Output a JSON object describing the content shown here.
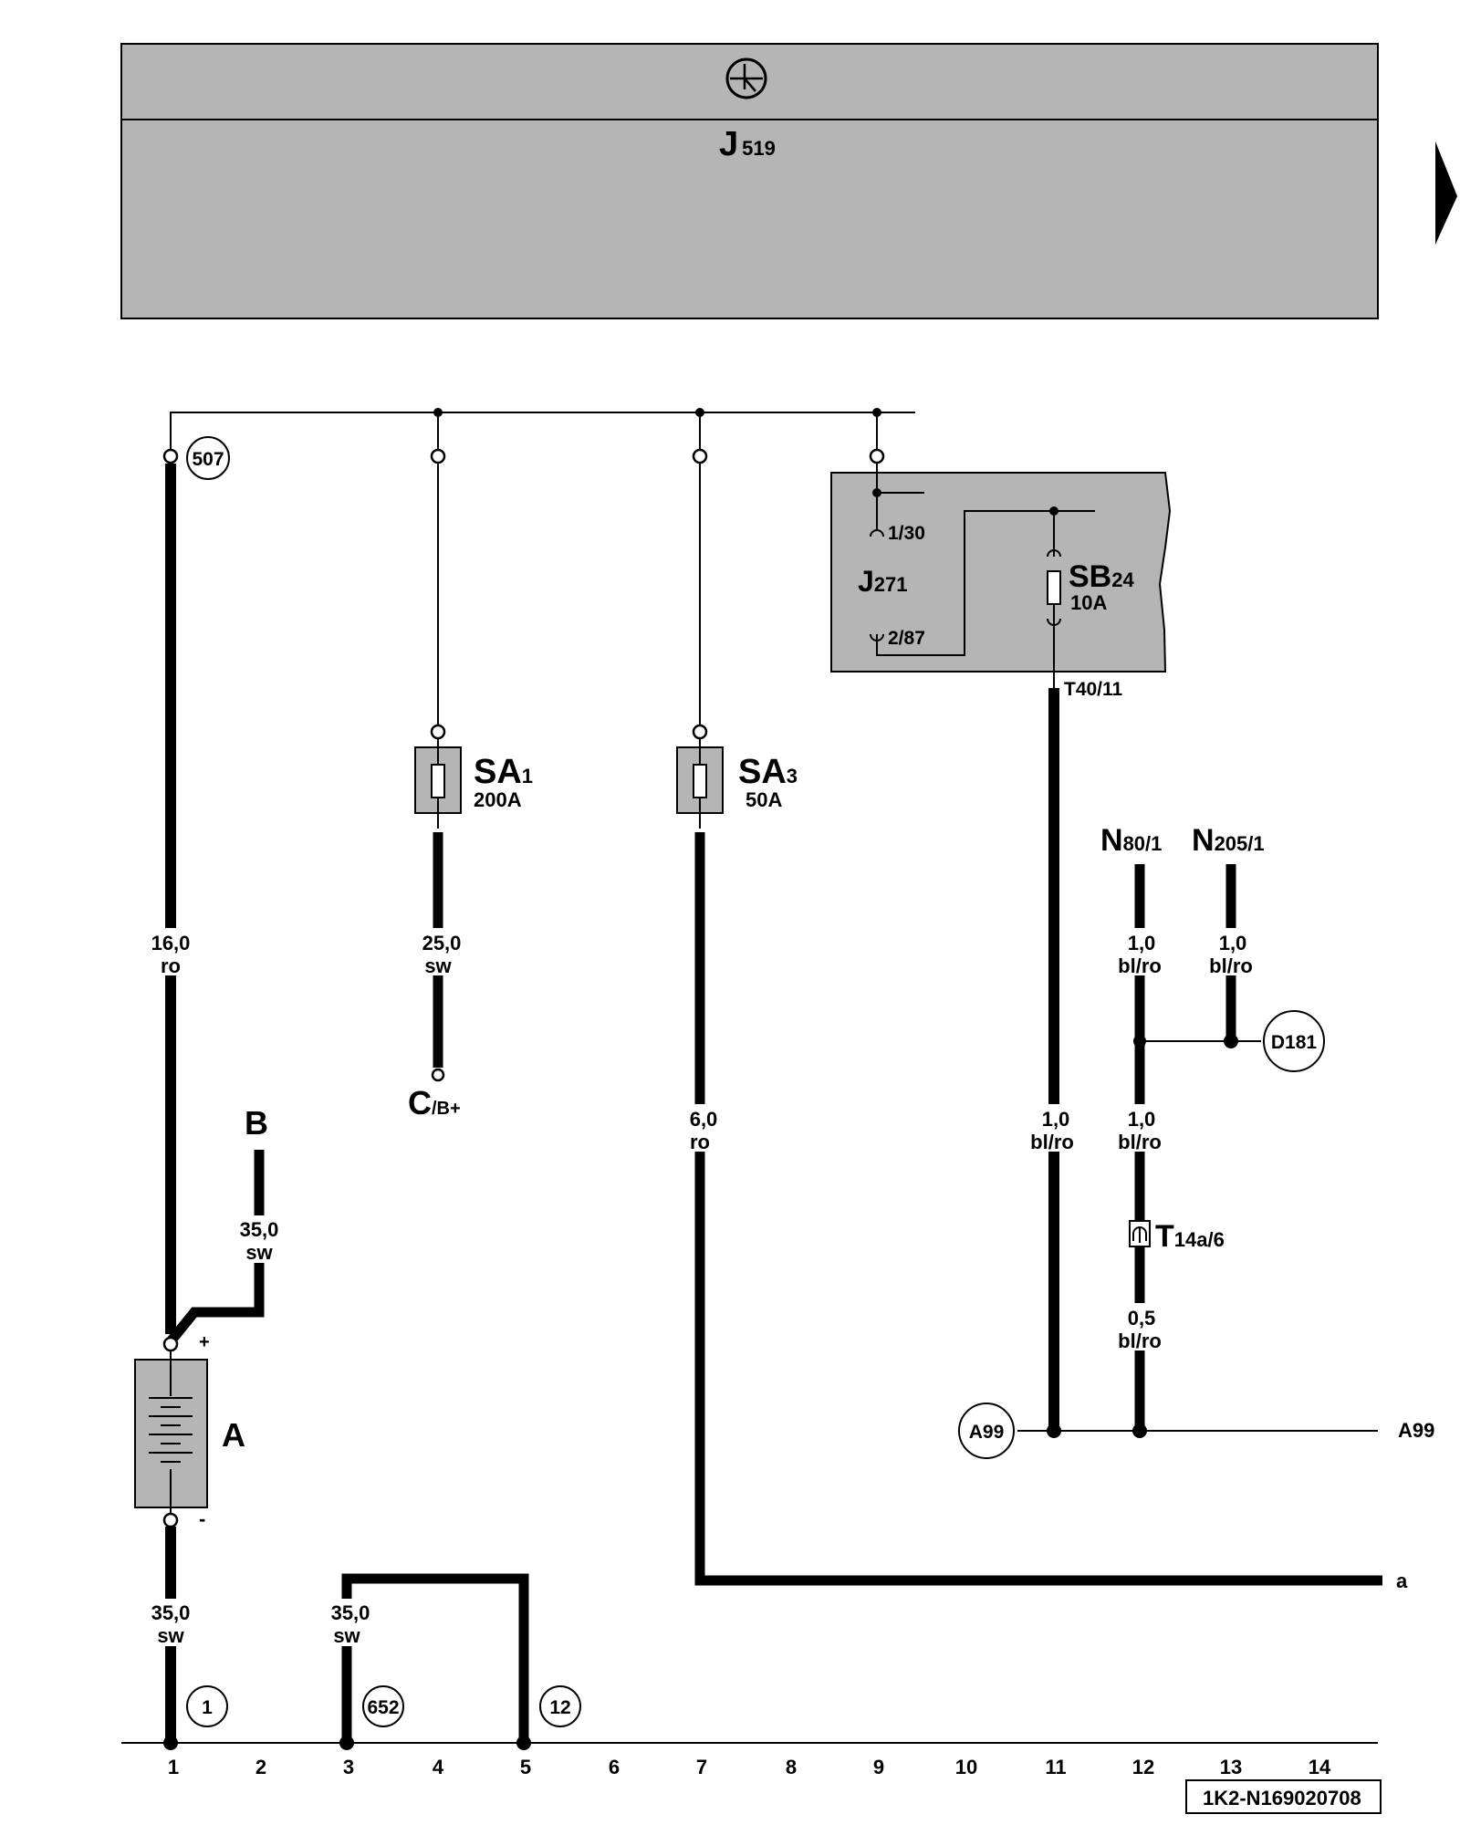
{
  "header": {
    "symbol": "ground-symbol",
    "module": {
      "main": "J",
      "sub": "519"
    }
  },
  "components": {
    "battery": {
      "main": "A",
      "plus": "+",
      "minus": "-"
    },
    "terminal_b": "B",
    "sa1": {
      "main": "SA",
      "sub": "1",
      "rating": "200A"
    },
    "sa3": {
      "main": "SA",
      "sub": "3",
      "rating": "50A"
    },
    "j271": {
      "main": "J",
      "sub": "271",
      "pin_in": "1/30",
      "pin_out": "2/87"
    },
    "sb24": {
      "main": "SB",
      "sub": "24",
      "rating": "10A"
    },
    "connector_t40": "T40/11",
    "c_term": {
      "main": "C",
      "sub": "/B+"
    },
    "n80": {
      "main": "N",
      "sub": "80/1"
    },
    "n205": {
      "main": "N",
      "sub": "205/1"
    },
    "t14a": {
      "main": "T",
      "sub": "14a/6"
    }
  },
  "wires": {
    "w_16_0": {
      "size": "16,0",
      "color": "ro"
    },
    "w_25_0": {
      "size": "25,0",
      "color": "sw"
    },
    "w_6_0": {
      "size": "6,0",
      "color": "ro"
    },
    "w_35_b": {
      "size": "35,0",
      "color": "sw"
    },
    "w_35_bat": {
      "size": "35,0",
      "color": "sw"
    },
    "w_35_gnd": {
      "size": "35,0",
      "color": "sw"
    },
    "w_1_0_t40": {
      "size": "1,0",
      "color": "bl/ro"
    },
    "w_1_0_n80": {
      "size": "1,0",
      "color": "bl/ro"
    },
    "w_1_0_n205": {
      "size": "1,0",
      "color": "bl/ro"
    },
    "w_1_0_mid": {
      "size": "1,0",
      "color": "bl/ro"
    },
    "w_0_5": {
      "size": "0,5",
      "color": "bl/ro"
    }
  },
  "bubbles": {
    "b507": "507",
    "d181": "D181",
    "a99": "A99",
    "b1": "1",
    "b652": "652",
    "b12": "12"
  },
  "edge_labels": {
    "a99": "A99",
    "a": "a"
  },
  "columns": [
    "1",
    "2",
    "3",
    "4",
    "5",
    "6",
    "7",
    "8",
    "9",
    "10",
    "11",
    "12",
    "13",
    "14"
  ],
  "diagram_id": "1K2-N169020708"
}
